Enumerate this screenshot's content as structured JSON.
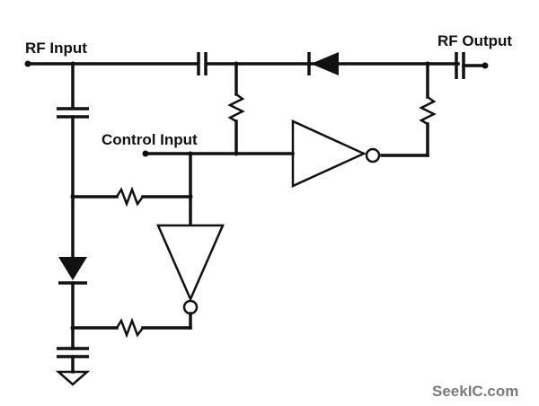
{
  "diagram": {
    "title": "RF switch with inverter-driven PIN diodes",
    "labels": {
      "rf_input": "RF Input",
      "rf_output": "RF Output",
      "control_input": "Control Input"
    },
    "components": [
      {
        "id": "C1",
        "type": "capacitor",
        "role": "series input coupling"
      },
      {
        "id": "C2",
        "type": "capacitor",
        "role": "output coupling"
      },
      {
        "id": "C3",
        "type": "capacitor",
        "role": "shunt from RF input line"
      },
      {
        "id": "C4",
        "type": "capacitor",
        "role": "shunt bypass to ground"
      },
      {
        "id": "D1",
        "type": "diode",
        "role": "series PIN diode"
      },
      {
        "id": "D2",
        "type": "diode",
        "role": "shunt PIN diode"
      },
      {
        "id": "R1",
        "type": "resistor",
        "role": "series diode bias (anode side)"
      },
      {
        "id": "R2",
        "type": "resistor",
        "role": "series diode bias (cathode side)"
      },
      {
        "id": "R3",
        "type": "resistor",
        "role": "shunt diode bias (top)"
      },
      {
        "id": "R4",
        "type": "resistor",
        "role": "shunt diode bias (bottom)"
      },
      {
        "id": "U1",
        "type": "inverter",
        "role": "drives series diode"
      },
      {
        "id": "U2",
        "type": "inverter",
        "role": "drives shunt diode"
      },
      {
        "id": "GND",
        "type": "ground"
      }
    ],
    "watermark": "SeekIC.com"
  }
}
